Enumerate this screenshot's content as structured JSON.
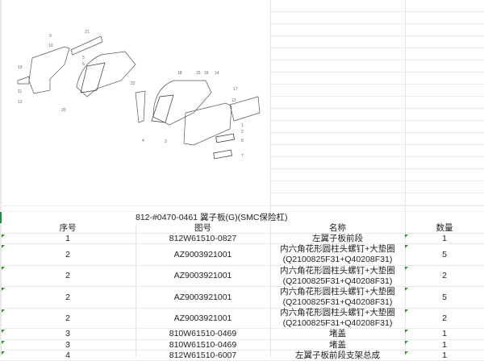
{
  "diagram": {
    "callouts": [
      "9",
      "10",
      "21",
      "5",
      "6",
      "19",
      "11",
      "12",
      "20",
      "22",
      "18",
      "15",
      "16",
      "14",
      "17",
      "13",
      "1",
      "2",
      "3",
      "4",
      "8",
      "7"
    ]
  },
  "sheet": {
    "title": "812-#0470-0461 翼子板(G)(SMC保险杠)",
    "headers": [
      "序号",
      "图号",
      "名称",
      "数量"
    ],
    "rows": [
      {
        "seq": "1",
        "part": "812W61510-0827",
        "name1": "左翼子板前段",
        "name2": "",
        "qty": "1"
      },
      {
        "seq": "2",
        "part": "AZ9003921001",
        "name1": "内六角花形圆柱头螺钉+大垫圈",
        "name2": "(Q2100825F31+Q40208F31)",
        "qty": "5"
      },
      {
        "seq": "2",
        "part": "AZ9003921001",
        "name1": "内六角花形圆柱头螺钉+大垫圈",
        "name2": "(Q2100825F31+Q40208F31)",
        "qty": "2"
      },
      {
        "seq": "2",
        "part": "AZ9003921001",
        "name1": "内六角花形圆柱头螺钉+大垫圈",
        "name2": "(Q2100825F31+Q40208F31)",
        "qty": "5"
      },
      {
        "seq": "2",
        "part": "AZ9003921001",
        "name1": "内六角花形圆柱头螺钉+大垫圈",
        "name2": "(Q2100825F31+Q40208F31)",
        "qty": "2"
      },
      {
        "seq": "3",
        "part": "810W61510-0469",
        "name1": "堵盖",
        "name2": "",
        "qty": "1"
      },
      {
        "seq": "3",
        "part": "810W61510-0469",
        "name1": "堵盖",
        "name2": "",
        "qty": "1"
      },
      {
        "seq": "4",
        "part": "812W61510-6007",
        "name1": "左翼子板前段支架总成",
        "name2": "",
        "qty": "1"
      }
    ],
    "colors": {
      "marker": "#2e8b3a",
      "grid": "#ececec"
    }
  }
}
